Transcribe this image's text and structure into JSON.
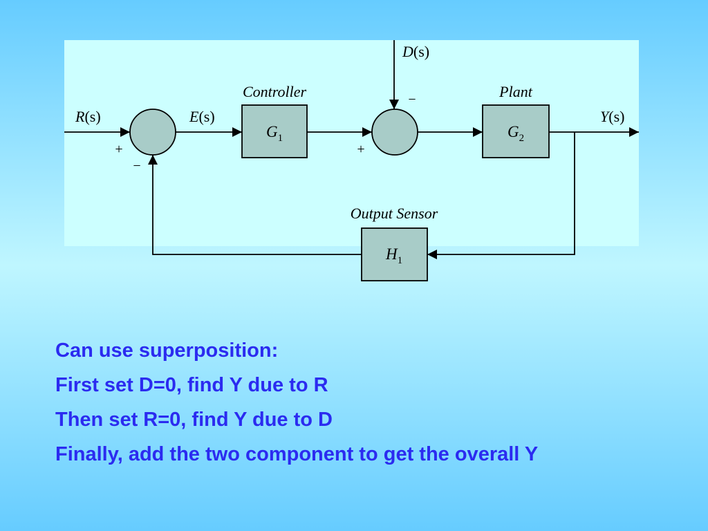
{
  "colors": {
    "background_edge": "#66ccff",
    "background_center": "#bff6ff",
    "diagram_panel": "#ccffff",
    "block_fill": "#a8ccc8",
    "line": "#000000",
    "text": "#2b2bf0"
  },
  "diagram": {
    "signals": {
      "reference": {
        "name": "R",
        "arg": "(s)"
      },
      "error": {
        "name": "E",
        "arg": "(s)"
      },
      "disturbance": {
        "name": "D",
        "arg": "(s)"
      },
      "output": {
        "name": "Y",
        "arg": "(s)"
      }
    },
    "blocks": {
      "controller": {
        "caption": "Controller",
        "symbol": "G",
        "sub": "1"
      },
      "plant": {
        "caption": "Plant",
        "symbol": "G",
        "sub": "2"
      },
      "sensor": {
        "caption": "Output Sensor",
        "symbol": "H",
        "sub": "1"
      }
    },
    "summing_junction_1": {
      "sign_input": "+",
      "sign_feedback": "−"
    },
    "summing_junction_2": {
      "sign_input": "+",
      "sign_disturbance": "−"
    }
  },
  "notes": [
    "Can use superposition:",
    "First set D=0, find Y due to R",
    "Then set R=0, find Y due to D",
    "Finally, add the two component to get the overall Y"
  ]
}
